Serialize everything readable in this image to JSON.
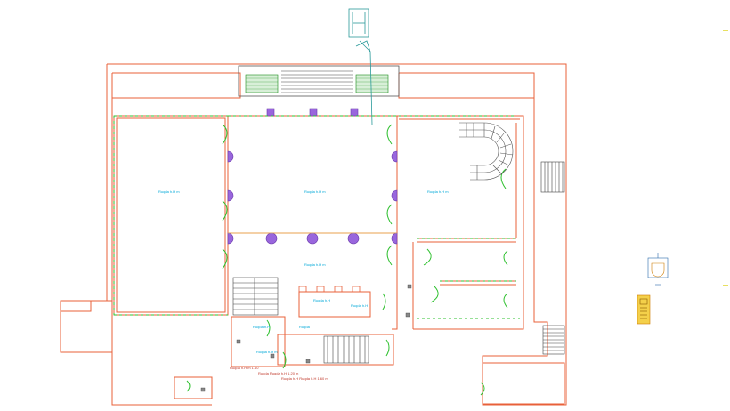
{
  "colors": {
    "wall": "#e8603a",
    "door": "#2ec02e",
    "label": "#00a8d8",
    "column": "#8a4ccc",
    "hatch": "#1a8a1a",
    "stair": "#444444",
    "note": "#c0392b",
    "north": "#2a9a9a",
    "yellow": "#e8e060"
  },
  "rooms": {
    "west_hall": "Ruqda h.H m",
    "central_hall": "Ruqda h.H m",
    "lower_hall": "Ruqda h.H m",
    "east_hall": "Ruqda h.H m",
    "small_a": "Ruqda h.H",
    "small_b": "Ruqda h.H",
    "small_c": "Ruqda h.H",
    "small_d": "Ruqda",
    "lobby": "Ruqda h.H m"
  },
  "notes": {
    "note_1": "Ruqda h.H m 1.60",
    "note_2": "Ruqda Ruqda h.H 1.20 m",
    "note_3": "Ruqda h.H Ruqda h.H 1.60 m"
  },
  "icons": {
    "north_arrow": "north-arrow-icon",
    "legend_a": "legend-symbol-icon",
    "legend_b": "legend-panel-icon"
  }
}
